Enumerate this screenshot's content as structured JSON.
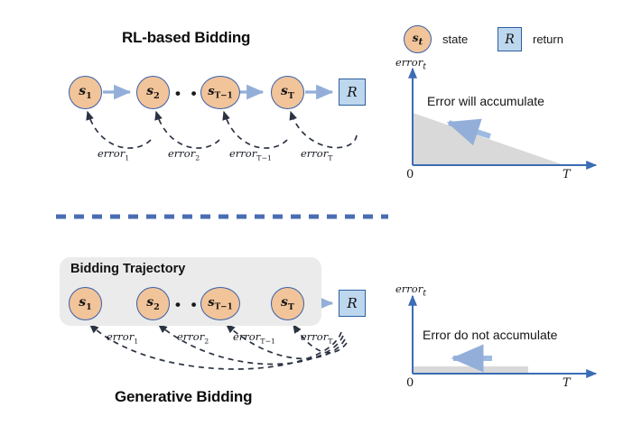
{
  "figure": {
    "top_title": "RL-based Bidding",
    "bottom_title": "Generative Bidding",
    "trajectory_box_label": "Bidding Trajectory"
  },
  "legend": {
    "state_symbol": "s",
    "state_subscript": "t",
    "state_label": "state",
    "return_symbol": "R",
    "return_label": "return"
  },
  "nodes": {
    "n1": "s",
    "n1_sub": "1",
    "n2": "s",
    "n2_sub": "2",
    "n3": "s",
    "n3_sub": "T−1",
    "n4": "s",
    "n4_sub": "T",
    "ellipsis": "• • •",
    "return_box": "R"
  },
  "error_labels": {
    "e1": "error",
    "e1_sub": "1",
    "e2": "error",
    "e2_sub": "2",
    "e3": "error",
    "e3_sub": "T−1",
    "e4": "error",
    "e4_sub": "T"
  },
  "charts": {
    "top": {
      "ylabel": "error",
      "ylabel_sub": "t",
      "origin_label": "0",
      "xmax_label": "T",
      "annotation": "Error will accumulate"
    },
    "bottom": {
      "ylabel": "error",
      "ylabel_sub": "t",
      "origin_label": "0",
      "xmax_label": "T",
      "annotation": "Error do not accumulate"
    }
  },
  "chart_data": [
    {
      "type": "area",
      "title": "Error will accumulate",
      "xlabel": "",
      "ylabel": "error_t",
      "x": [
        0,
        1
      ],
      "tick_labels_x": [
        "0",
        "T"
      ],
      "values": [
        1.0,
        0.0
      ],
      "shape": "decreasing-triangle",
      "fill_color": "#d9d9d9",
      "axis_color": "#3b6cb5",
      "arrow_direction": "left",
      "arrow_color": "#9dbbe0",
      "grid": false,
      "legend": "none",
      "note": "Shaded triangle from full height at t=0 down to zero at ~0.78T; reading right-to-left the error grows."
    },
    {
      "type": "area",
      "title": "Error do not accumulate",
      "xlabel": "",
      "ylabel": "error_t",
      "x": [
        0,
        1
      ],
      "tick_labels_x": [
        "0",
        "T"
      ],
      "values": [
        0.04,
        0.04
      ],
      "shape": "flat-bar",
      "fill_color": "#d9d9d9",
      "axis_color": "#3b6cb5",
      "arrow_direction": "left",
      "arrow_color": "#9dbbe0",
      "grid": false,
      "legend": "none",
      "note": "Thin flat grey bar hugging the x-axis from 0 to ~0.75T; error stays constant."
    }
  ],
  "colors": {
    "node_fill": "#F2C49A",
    "node_border": "#3A5FA8",
    "return_fill": "#BDD7EE",
    "return_border": "#2E5F9E",
    "arrow_blue": "#93AFD9",
    "divider_blue": "#4A6CB3",
    "panel_grey": "#EBEBEB",
    "dashed_dark": "#2B3242"
  }
}
